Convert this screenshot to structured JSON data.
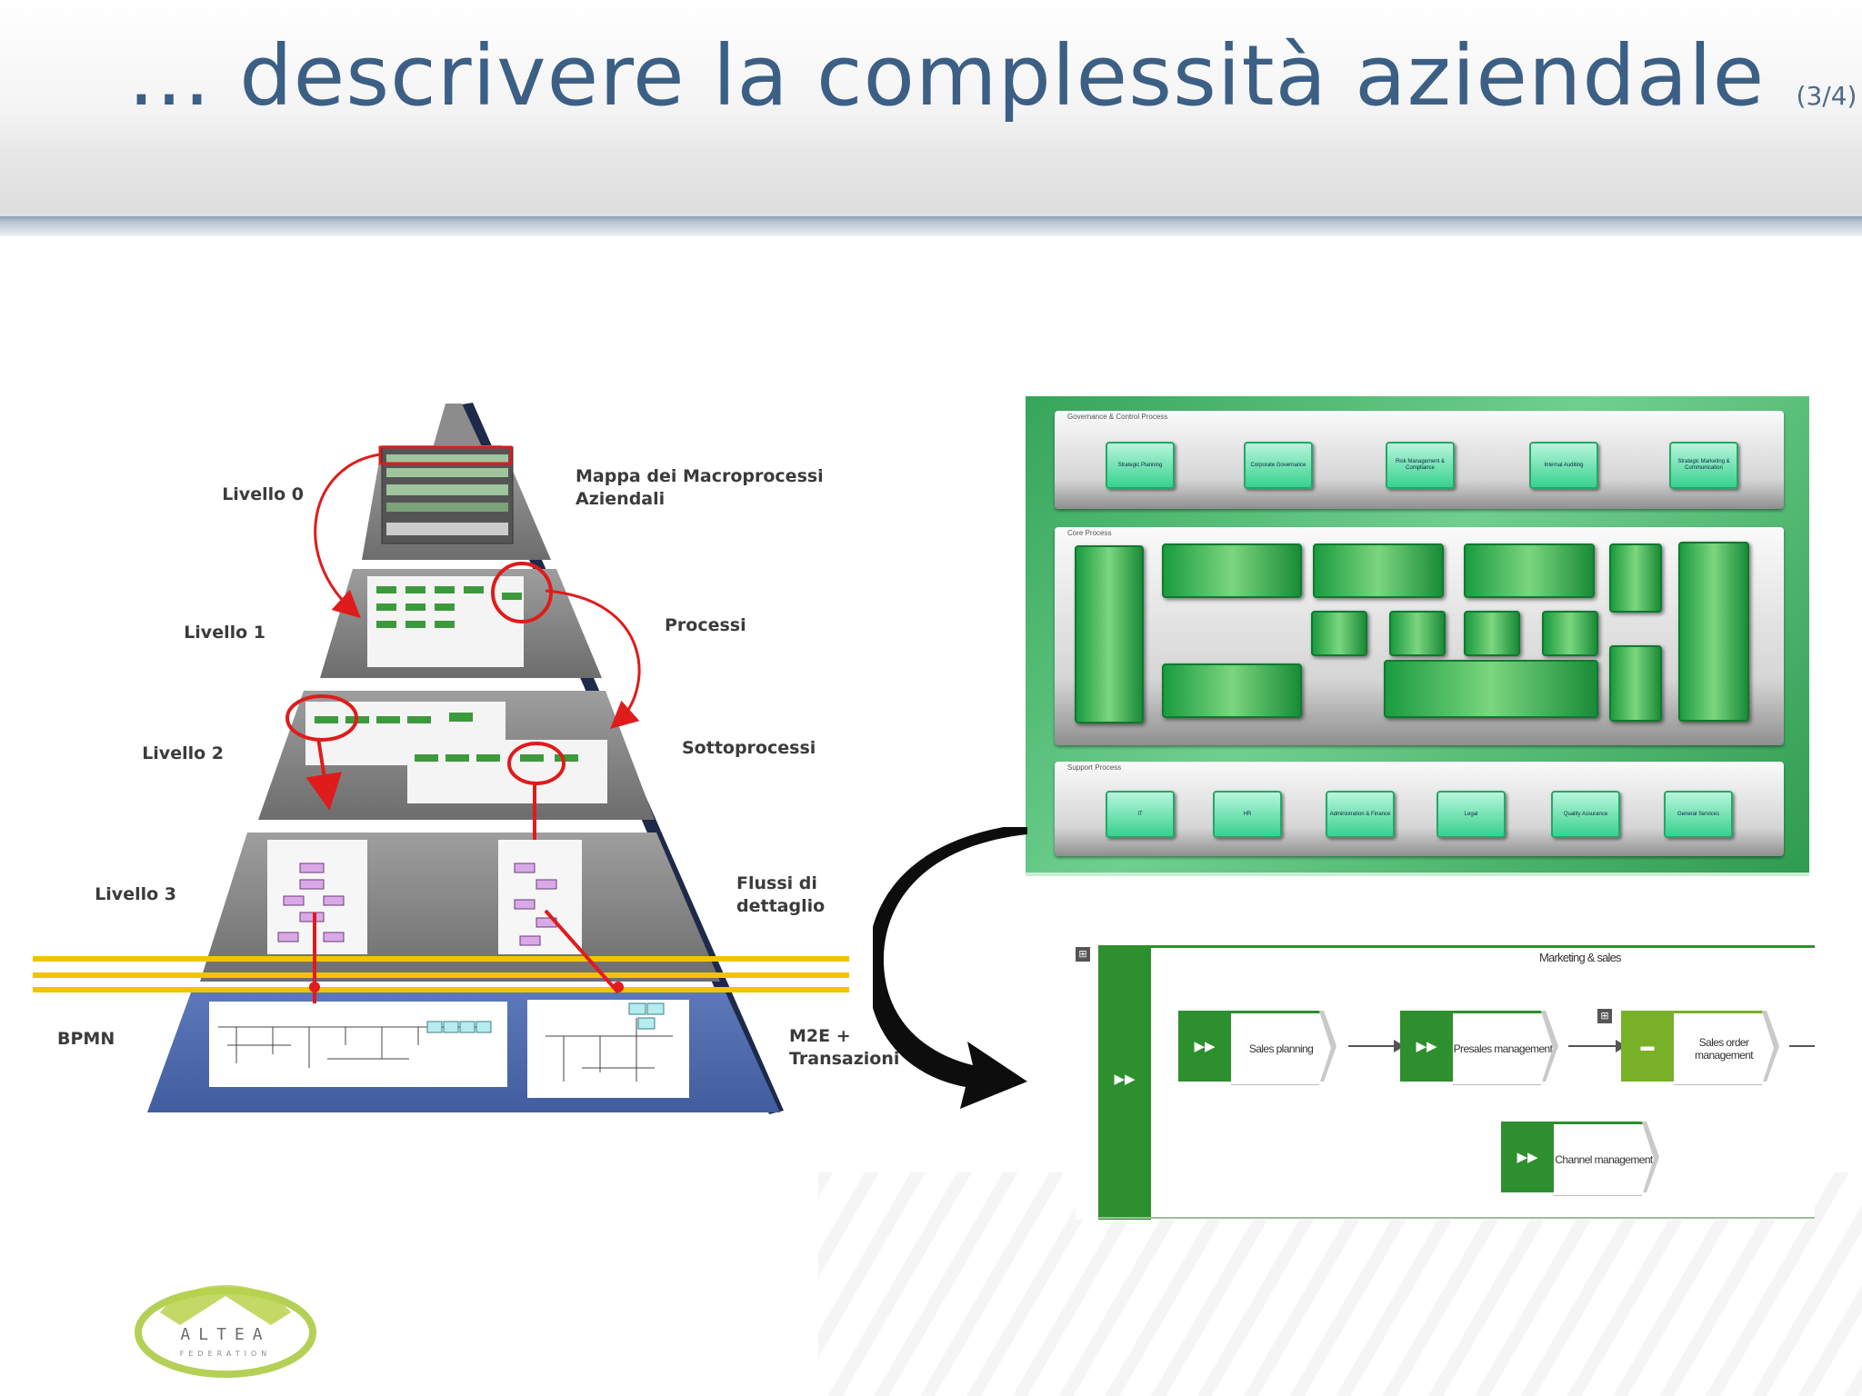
{
  "header": {
    "title": "… descrivere la complessità aziendale",
    "subtitle": "(3/4)"
  },
  "pyramid": {
    "levels": [
      {
        "left": "Livello 0",
        "right": "Mappa dei Macroprocessi Aziendali"
      },
      {
        "left": "Livello 1",
        "right": "Processi"
      },
      {
        "left": "Livello 2",
        "right": "Sottoprocessi"
      },
      {
        "left": "Livello 3",
        "right": "Flussi di dettaglio"
      },
      {
        "left": "BPMN",
        "right": "M2E + Transazioni"
      }
    ],
    "right_lines": {
      "l0": [
        "Mappa dei Macroprocessi",
        "Aziendali"
      ],
      "l3": [
        "Flussi di",
        "dettaglio"
      ],
      "l4": [
        "M2E +",
        "Transazioni"
      ]
    }
  },
  "process_map": {
    "governance_title": "Governance & Control Process",
    "governance_items": [
      "Strategic Planning",
      "Corporate Governance",
      "Risk Management & Compliance",
      "Internal Auditing",
      "Strategic Marketing & Communication"
    ],
    "core_title": "Core Process",
    "support_title": "Support Process",
    "support_items": [
      "IT",
      "HR",
      "Administration & Finance",
      "Legal",
      "Quality Assurance",
      "General Services"
    ]
  },
  "process_detail": {
    "lane_title": "Marketing & sales",
    "steps": [
      "Sales planning",
      "Presales management",
      "Sales order management",
      "Channel management"
    ]
  },
  "logo": {
    "wordmark": "ALTEA",
    "tagline": "FEDERATION"
  },
  "colors": {
    "title": "#3c5f85",
    "annotation_red": "#e01b1b",
    "separator_yellow": "#f4c300",
    "bpmn_blue": "#5872b3",
    "process_green": "#2e8f2e"
  }
}
